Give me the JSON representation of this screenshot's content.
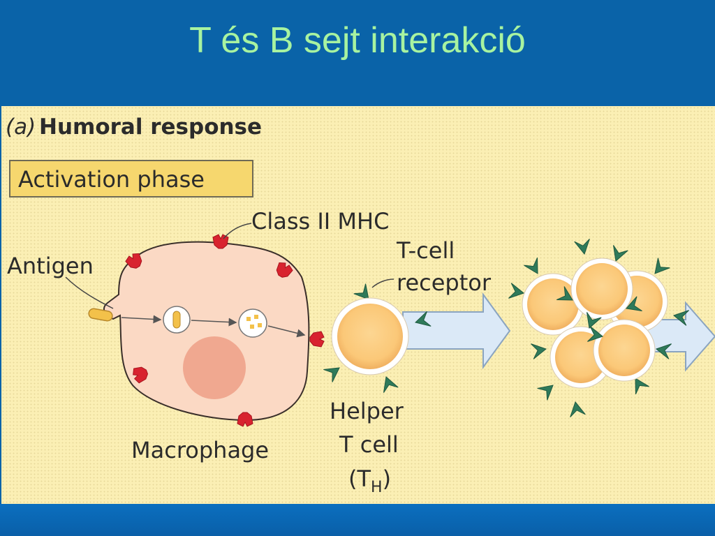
{
  "slide": {
    "title": "T és B sejt interakció"
  },
  "figure": {
    "panel_letter": "(a)",
    "panel_title": "Humoral response",
    "phase_label": "Activation phase",
    "labels": {
      "class_ii_mhc": "Class II MHC",
      "antigen": "Antigen",
      "t_cell_receptor_line1": "T-cell",
      "t_cell_receptor_line2": "receptor",
      "macrophage": "Macrophage",
      "helper_line1": "Helper",
      "helper_line2": "T cell",
      "helper_abbrev_open": "(T",
      "helper_abbrev_sub": "H",
      "helper_abbrev_close": ")"
    },
    "colors": {
      "panel_background": "#fbefb4",
      "macrophage_fill": "#fbd9c4",
      "nucleus_fill": "#f0a890",
      "mhc_fill": "#d8232f",
      "receptor_fill": "#2f7a5a",
      "t_cell_fill": "#fbc878",
      "arrow_fill": "#dbe9f7",
      "title_color": "#a8f3a0",
      "slide_background": "#0a63a8"
    }
  }
}
